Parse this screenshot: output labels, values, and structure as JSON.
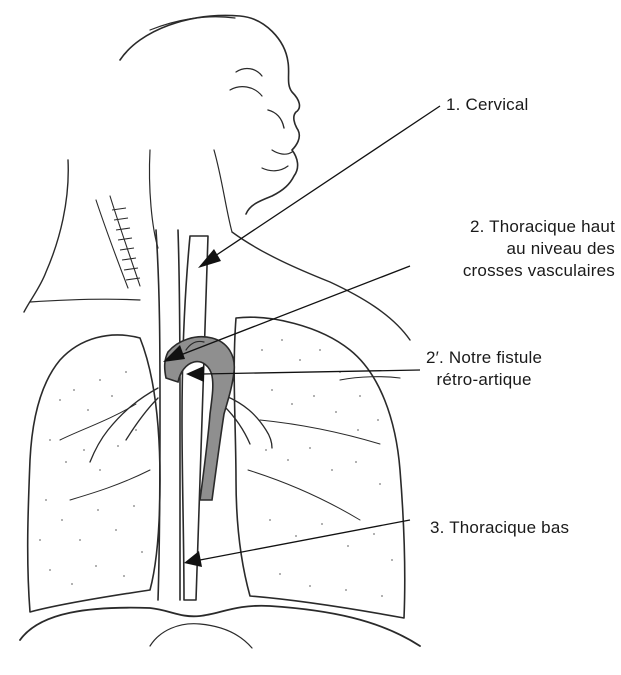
{
  "labels": {
    "cervical": "1. Cervical",
    "thoracic_high_line1": "2. Thoracique haut",
    "thoracic_high_line2": "au niveau des",
    "thoracic_high_line3": "crosses vasculaires",
    "fistula_line1": "2′. Notre fistule",
    "fistula_line2": "rétro-artique",
    "thoracic_low": "3. Thoracique bas"
  },
  "colors": {
    "ink": "#2a2a2a",
    "aorta_fill": "#8f8f8f",
    "lung_stipple": "#9a9a9a"
  }
}
